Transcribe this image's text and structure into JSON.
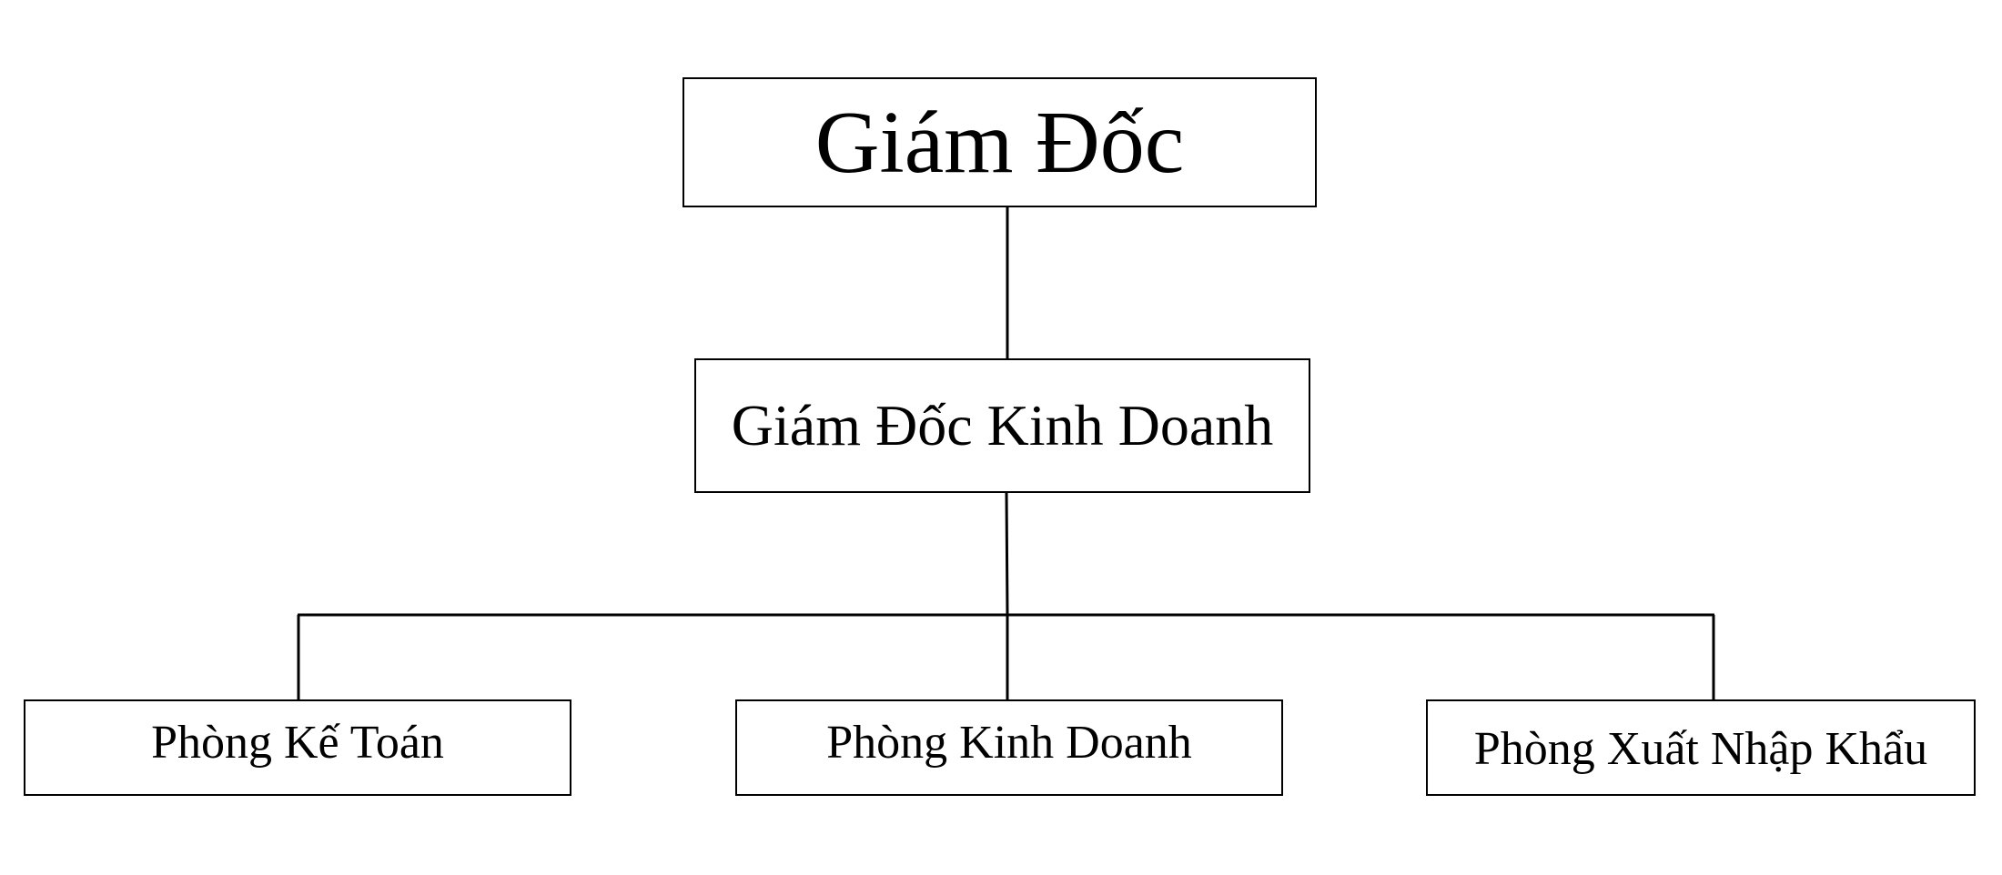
{
  "org_chart": {
    "director": {
      "label": "Giám Đốc"
    },
    "business_director": {
      "label": "Giám Đốc Kinh Doanh"
    },
    "departments": [
      {
        "label": "Phòng Kế Toán"
      },
      {
        "label": "Phòng Kinh Doanh"
      },
      {
        "label": "Phòng Xuất Nhập Khẩu"
      }
    ]
  },
  "colors": {
    "line": "#000000",
    "box_border": "#000000",
    "box_fill": "#ffffff",
    "text": "#000000"
  }
}
